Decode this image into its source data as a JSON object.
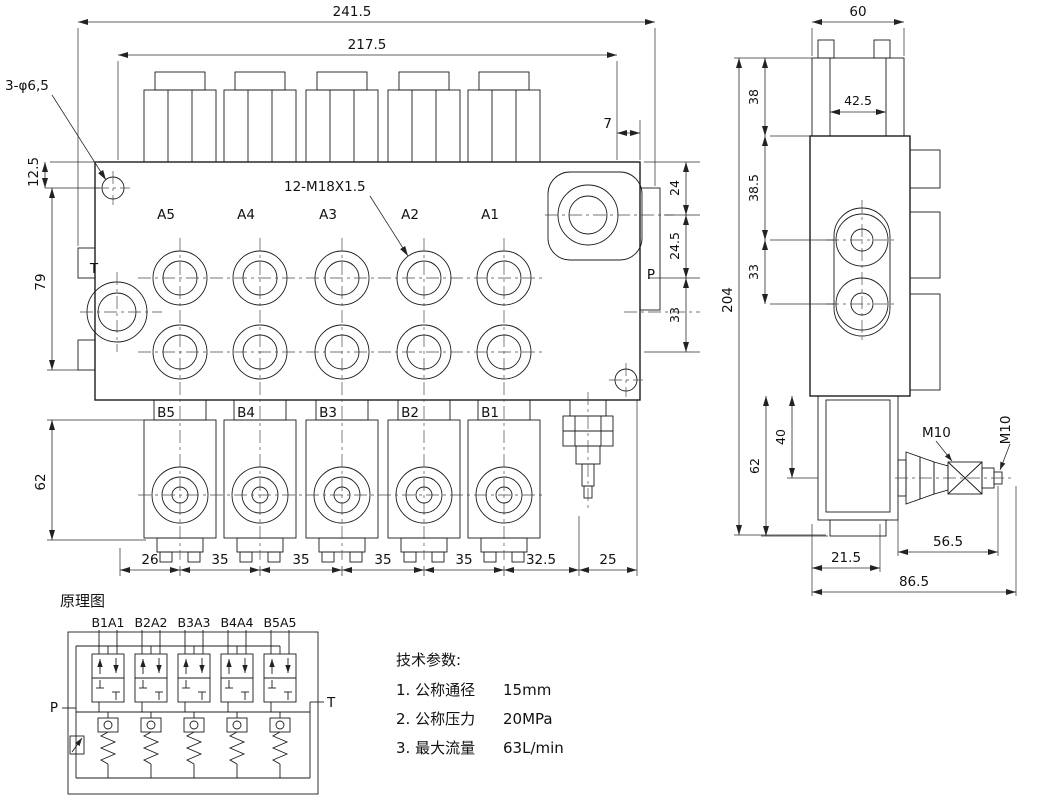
{
  "front_view": {
    "dim_overall_width": "241.5",
    "dim_body_width": "217.5",
    "note_holes": "3-φ6,5",
    "note_thread": "12-M18X1.5",
    "dim_hole_offset": "12.5",
    "dim_flange_height": "79",
    "dim_lower_height": "62",
    "dim_top_gap": "7",
    "dim_right_top": "24",
    "dim_right_mid": "24.5",
    "dim_right_bottom": "33",
    "label_t": "T",
    "label_p": "P",
    "ports_a": [
      "A5",
      "A4",
      "A3",
      "A2",
      "A1"
    ],
    "ports_b": [
      "B5",
      "B4",
      "B3",
      "B2",
      "B1"
    ],
    "bottom_dims": [
      "26",
      "35",
      "35",
      "35",
      "35",
      "32.5",
      "25"
    ]
  },
  "side_view": {
    "dim_width": "60",
    "dim_cap_width": "42.5",
    "dim_seg_top": "38",
    "dim_seg_mid": "38.5",
    "dim_seg_bottom": "33",
    "dim_total_height": "204",
    "dim_stem": "40",
    "dim_lower": "62",
    "label_thread_handle": "M10",
    "label_thread_end": "M10",
    "dim_handle_length": "56.5",
    "dim_handle_offset": "21.5",
    "dim_total_depth": "86.5"
  },
  "schematic": {
    "title": "原理图",
    "valve_labels": [
      "B1A1",
      "B2A2",
      "B3A3",
      "B4A4",
      "B5A5"
    ],
    "label_p": "P",
    "label_t": "T"
  },
  "tech_params": {
    "title": "技术参数:",
    "items": [
      {
        "label": "1. 公称通径",
        "value": "15mm"
      },
      {
        "label": "2. 公称压力",
        "value": "20MPa"
      },
      {
        "label": "3. 最大流量",
        "value": "63L/min"
      }
    ]
  }
}
